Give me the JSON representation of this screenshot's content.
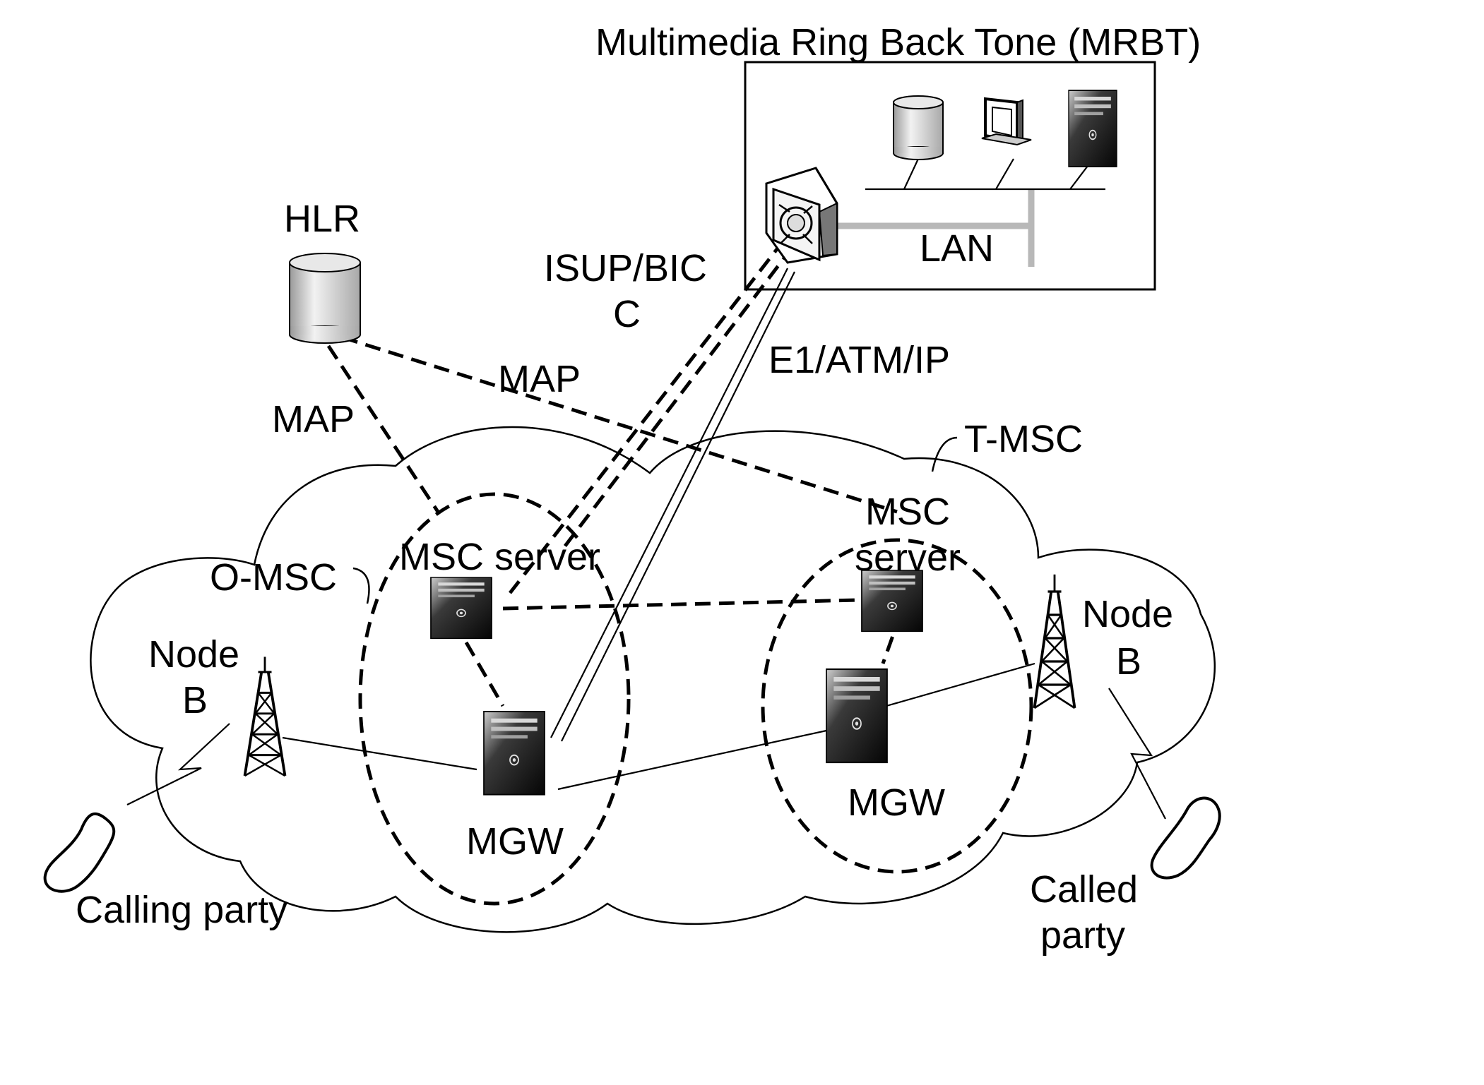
{
  "labels": {
    "mrbt_title": "Multimedia Ring Back Tone (MRBT)",
    "lan": "LAN",
    "hlr": "HLR",
    "isup_line1": "ISUP/BIC",
    "isup_line2": "C",
    "e1": "E1/ATM/IP",
    "map_left": "MAP",
    "map_right": "MAP",
    "t_msc": "T-MSC",
    "o_msc": "O-MSC",
    "msc_server_left": "MSC server",
    "msc_server_right_line1": "MSC",
    "msc_server_right_line2": "server",
    "node_b_left_line1": "Node",
    "node_b_left_line2": "B",
    "node_b_right_line1": "Node",
    "node_b_right_line2": "B",
    "mgw_left": "MGW",
    "mgw_right": "MGW",
    "calling_party": "Calling party",
    "called_party_line1": "Called",
    "called_party_line2": "party"
  },
  "icons": {
    "hlr": "database-cylinder-icon",
    "msc_server": "server-tower-icon",
    "mgw": "server-tower-icon",
    "node_b": "radio-tower-icon",
    "terminal": "mobile-phone-icon",
    "mrbt_switch": "network-switch-icon"
  }
}
